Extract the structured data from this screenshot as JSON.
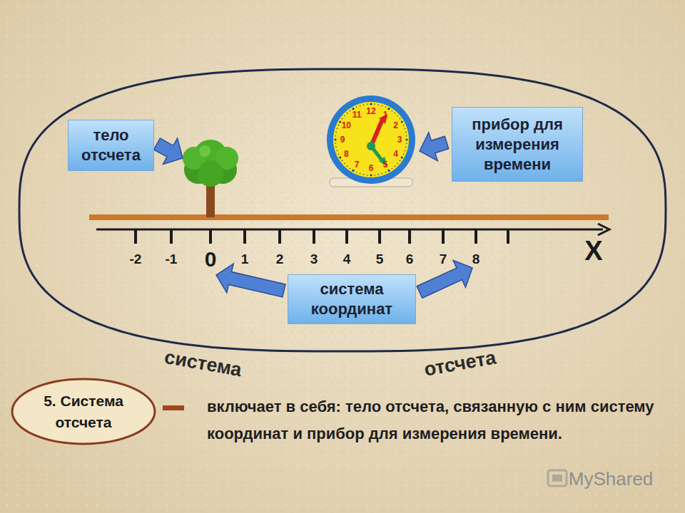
{
  "diagram": {
    "nodes": [
      {
        "text": [
          "система",
          "отсчета"
        ]
      },
      {
        "text": [
          "тело отсчета"
        ],
        "in": 0
      },
      {
        "text": [
          "прибор для измерения времени"
        ],
        "in": 0
      },
      {
        "text": [
          "система координат"
        ],
        "in": 0
      },
      {
        "text": [
          "5. Система отсчета"
        ]
      }
    ],
    "labels": [
      "-2",
      "-1",
      "0",
      "1",
      "2",
      "3",
      "4",
      "5",
      "6",
      "7",
      "8",
      "X",
      "12",
      "1",
      "2",
      "3",
      "4",
      "5",
      "6",
      "7",
      "8",
      "9",
      "10",
      "11",
      "включает в себя: тело отсчета, связанную с ним систему координат и прибор для измерения времени.",
      "MyShared"
    ]
  }
}
